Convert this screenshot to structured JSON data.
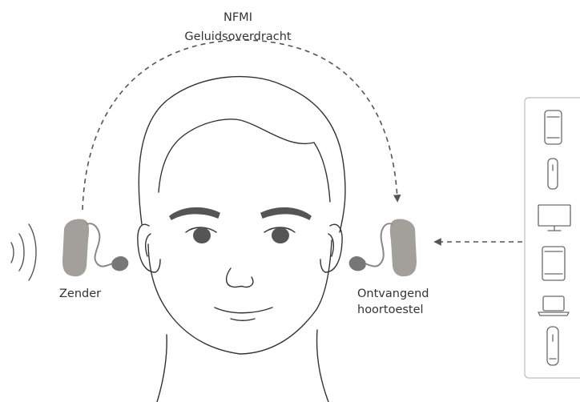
{
  "title": {
    "line1": "NFMI",
    "line2": "Geluidsoverdracht"
  },
  "labels": {
    "sender": "Zender",
    "receiver_line1": "Ontvangend",
    "receiver_line2": "hoortoestel"
  },
  "devices": [
    {
      "icon": "smartphone-icon"
    },
    {
      "icon": "remote-control-icon"
    },
    {
      "icon": "tv-icon"
    },
    {
      "icon": "tablet-icon"
    },
    {
      "icon": "laptop-icon"
    },
    {
      "icon": "remote-control-icon"
    }
  ],
  "colors": {
    "line": "#555555",
    "hearing_aid": "#a39f9b",
    "panel_border": "#bdbdbd",
    "icon_stroke": "#6a6a6a"
  }
}
